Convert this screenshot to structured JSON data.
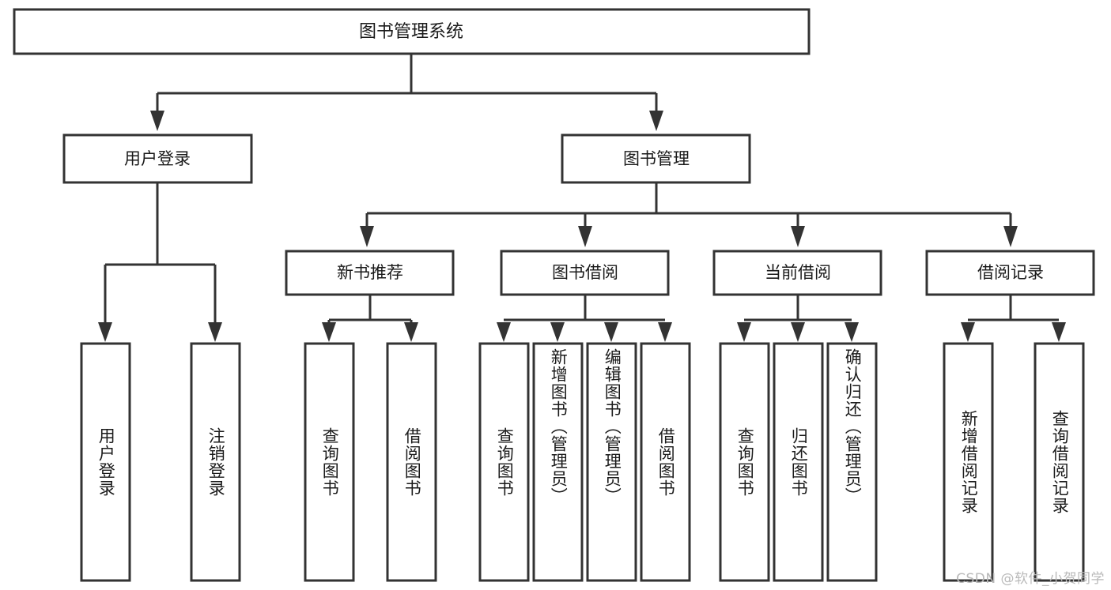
{
  "diagram": {
    "title": "图书管理系统",
    "type": "hierarchy-tree",
    "watermark": "CSDN @软件_小贺同学",
    "colors": {
      "stroke": "#333333",
      "fill": "#ffffff",
      "text": "#1a1a1a",
      "watermark": "#b9b9b9"
    },
    "nodes": {
      "root": {
        "label": "图书管理系统"
      },
      "level1": [
        {
          "label": "用户登录"
        },
        {
          "label": "图书管理"
        }
      ],
      "level2": [
        {
          "label": "新书推荐"
        },
        {
          "label": "图书借阅"
        },
        {
          "label": "当前借阅"
        },
        {
          "label": "借阅记录"
        }
      ],
      "leaves": [
        {
          "label": "用户登录",
          "parent": "用户登录"
        },
        {
          "label": "注销登录",
          "parent": "用户登录"
        },
        {
          "label": "查询图书",
          "parent": "新书推荐"
        },
        {
          "label": "借阅图书",
          "parent": "新书推荐"
        },
        {
          "label": "查询图书",
          "parent": "图书借阅"
        },
        {
          "label": "新增图书（管理员）",
          "parent": "图书借阅"
        },
        {
          "label": "编辑图书（管理员）",
          "parent": "图书借阅"
        },
        {
          "label": "借阅图书",
          "parent": "图书借阅"
        },
        {
          "label": "查询图书",
          "parent": "当前借阅"
        },
        {
          "label": "归还图书",
          "parent": "当前借阅"
        },
        {
          "label": "确认归还（管理员）",
          "parent": "当前借阅"
        },
        {
          "label": "新增借阅记录",
          "parent": "借阅记录"
        },
        {
          "label": "查询借阅记录",
          "parent": "借阅记录"
        }
      ]
    }
  }
}
